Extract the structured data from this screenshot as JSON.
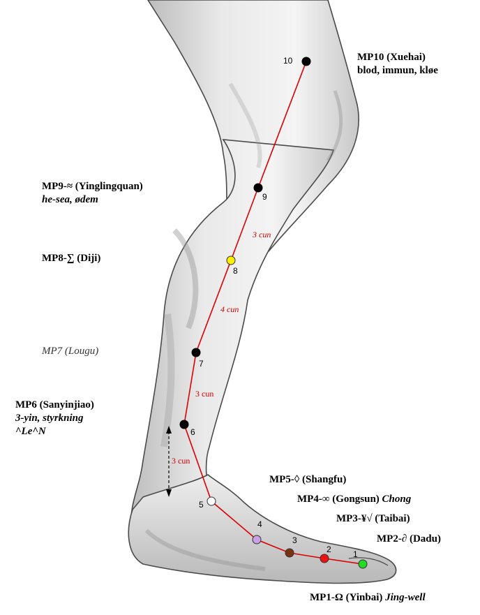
{
  "labels": {
    "mp10_title": "MP10 (Xuehai)",
    "mp10_desc": "blod, immun, kløe",
    "mp9_title": "MP9-≈ (Yinglingquan)",
    "mp9_desc": "he-sea, ødem",
    "mp8_title": "MP8-∑ (Diji)",
    "mp7_title": "MP7 (Lougu)",
    "mp6_title": "MP6 (Sanyinjiao)",
    "mp6_desc": "3-yin, styrkning",
    "mp6_desc2": "^Le^N",
    "mp5_title": "MP5-◊ (Shangfu)",
    "mp4_title": "MP4-∞ (Gongsun)",
    "mp4_extra": "Chong",
    "mp3_title": "MP3-¥√ (Taibai)",
    "mp2_title": "MP2-∂ (Dadu)",
    "mp1_title": "MP1-Ω (Yinbai)",
    "mp1_extra": "Jing-well"
  },
  "point_numbers": {
    "p1": "1",
    "p2": "2",
    "p3": "3",
    "p4": "4",
    "p5": "5",
    "p6": "6",
    "p7": "7",
    "p8": "8",
    "p9": "9",
    "p10": "10"
  },
  "distances": {
    "d9_8": "3 cun",
    "d8_7": "4 cun",
    "d7_6": "3 cun",
    "d6_down": "3 cun"
  },
  "colors": {
    "meridian_line": "#dd0000",
    "p1": "#22dd22",
    "p2": "#ee1111",
    "p3": "#7a3310",
    "p4": "#c9a0e6",
    "p5": "#ffffff",
    "p6": "#000000",
    "p7": "#000000",
    "p8": "#ffee00",
    "p9": "#000000",
    "p10": "#000000",
    "distance_text": "#cc0000"
  }
}
